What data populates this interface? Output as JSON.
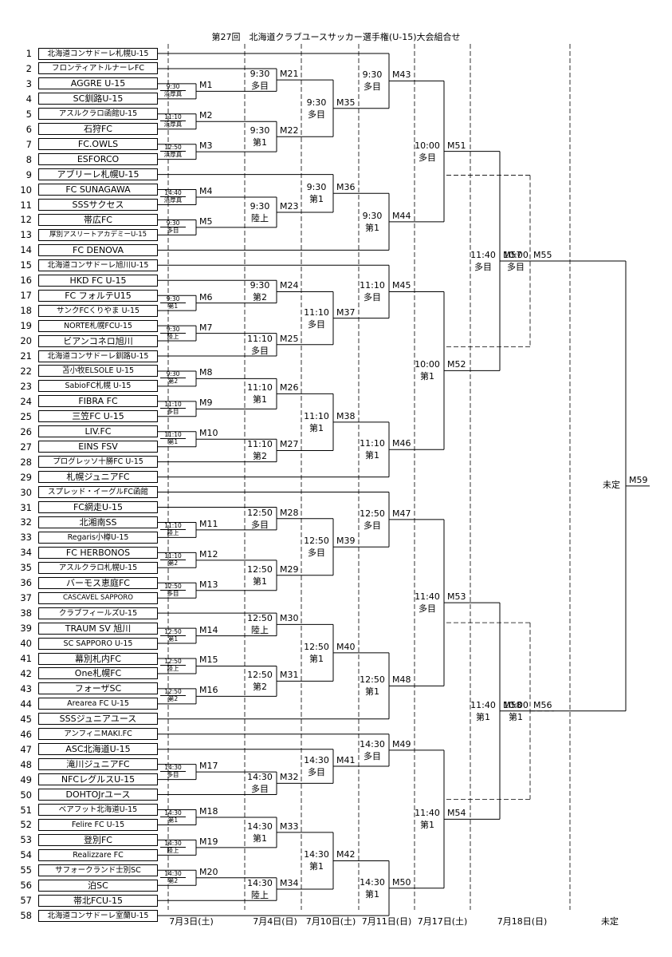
{
  "title": "第27回　北海道クラブユースサッカー選手権(U-15)大会組合せ",
  "teams": [
    {
      "no": "1",
      "name": "北海道コンサドーレ札幌U-15"
    },
    {
      "no": "2",
      "name": "フロンティアトルナーレFC"
    },
    {
      "no": "3",
      "name": "AGGRE U-15"
    },
    {
      "no": "4",
      "name": "SC釧路U-15"
    },
    {
      "no": "5",
      "name": "アスルクラロ函館U-15"
    },
    {
      "no": "6",
      "name": "石狩FC"
    },
    {
      "no": "7",
      "name": "FC.OWLS"
    },
    {
      "no": "8",
      "name": "ESFORCO"
    },
    {
      "no": "9",
      "name": "アブリーレ札幌U-15"
    },
    {
      "no": "10",
      "name": "FC SUNAGAWA"
    },
    {
      "no": "11",
      "name": "SSSサクセス"
    },
    {
      "no": "12",
      "name": "帯広FC"
    },
    {
      "no": "13",
      "name": "厚別アスリートアカデミーU-15"
    },
    {
      "no": "14",
      "name": "FC DENOVA"
    },
    {
      "no": "15",
      "name": "北海道コンサドーレ旭川U-15"
    },
    {
      "no": "16",
      "name": "HKD FC U-15"
    },
    {
      "no": "17",
      "name": "FC フォルテU15"
    },
    {
      "no": "18",
      "name": "サンクFCくりやま U-15"
    },
    {
      "no": "19",
      "name": "NORTE札幌FCU-15"
    },
    {
      "no": "20",
      "name": "ビアンコネロ旭川"
    },
    {
      "no": "21",
      "name": "北海道コンサドーレ釧路U-15"
    },
    {
      "no": "22",
      "name": "苫小牧ELSOLE U-15"
    },
    {
      "no": "23",
      "name": "SabioFC札幌 U-15"
    },
    {
      "no": "24",
      "name": "FIBRA FC"
    },
    {
      "no": "25",
      "name": "三笠FC U-15"
    },
    {
      "no": "26",
      "name": "LIV.FC"
    },
    {
      "no": "27",
      "name": "EINS FSV"
    },
    {
      "no": "28",
      "name": "プログレッソ十勝FC U-15"
    },
    {
      "no": "29",
      "name": "札幌ジュニアFC"
    },
    {
      "no": "30",
      "name": "スプレッド・イーグルFC函館"
    },
    {
      "no": "31",
      "name": "FC網走U-15"
    },
    {
      "no": "32",
      "name": "北湘南SS"
    },
    {
      "no": "33",
      "name": "Regaris小樽U-15"
    },
    {
      "no": "34",
      "name": "FC HERBONOS"
    },
    {
      "no": "35",
      "name": "アスルクラロ札幌U-15"
    },
    {
      "no": "36",
      "name": "バーモス恵庭FC"
    },
    {
      "no": "37",
      "name": "CASCAVEL SAPPORO"
    },
    {
      "no": "38",
      "name": "クラブフィールズU-15"
    },
    {
      "no": "39",
      "name": "TRAUM SV 旭川"
    },
    {
      "no": "40",
      "name": "SC SAPPORO U-15"
    },
    {
      "no": "41",
      "name": "幕別札内FC"
    },
    {
      "no": "42",
      "name": "One札幌FC"
    },
    {
      "no": "43",
      "name": "フォーザSC"
    },
    {
      "no": "44",
      "name": "Arearea FC U-15"
    },
    {
      "no": "45",
      "name": "SSSジュニアユース"
    },
    {
      "no": "46",
      "name": "アンフィニMAKI.FC"
    },
    {
      "no": "47",
      "name": "ASC北海道U-15"
    },
    {
      "no": "48",
      "name": "滝川ジュニアFC"
    },
    {
      "no": "49",
      "name": "NFCレグルスU-15"
    },
    {
      "no": "50",
      "name": "DOHTOJrユース"
    },
    {
      "no": "51",
      "name": "ベアフット北海道U-15"
    },
    {
      "no": "52",
      "name": "Felire FC U-15"
    },
    {
      "no": "53",
      "name": "登別FC"
    },
    {
      "no": "54",
      "name": "Realizzare FC"
    },
    {
      "no": "55",
      "name": "サフォークランド士別SC"
    },
    {
      "no": "56",
      "name": "泊SC"
    },
    {
      "no": "57",
      "name": "帯北FCU-15"
    },
    {
      "no": "58",
      "name": "北海道コンサドーレ室蘭U-15"
    }
  ],
  "round1": [
    {
      "m": "M1",
      "time": "9:30",
      "venue": "浜厚真"
    },
    {
      "m": "M2",
      "time": "11:10",
      "venue": "浜厚真"
    },
    {
      "m": "M3",
      "time": "12:50",
      "venue": "浜厚真"
    },
    {
      "m": "M4",
      "time": "14:40",
      "venue": "浜厚真"
    },
    {
      "m": "M5",
      "time": "9:30",
      "venue": "多目"
    },
    {
      "m": "M6",
      "time": "9:30",
      "venue": "第1"
    },
    {
      "m": "M7",
      "time": "9:30",
      "venue": "陸上"
    },
    {
      "m": "M8",
      "time": "9:30",
      "venue": "第2"
    },
    {
      "m": "M9",
      "time": "11:10",
      "venue": "多目"
    },
    {
      "m": "M10",
      "time": "11:10",
      "venue": "第1"
    },
    {
      "m": "M11",
      "time": "11:10",
      "venue": "陸上"
    },
    {
      "m": "M12",
      "time": "11:10",
      "venue": "第2"
    },
    {
      "m": "M13",
      "time": "12:50",
      "venue": "多目"
    },
    {
      "m": "M14",
      "time": "12:50",
      "venue": "第1"
    },
    {
      "m": "M15",
      "time": "12:50",
      "venue": "陸上"
    },
    {
      "m": "M16",
      "time": "12:50",
      "venue": "第2"
    },
    {
      "m": "M17",
      "time": "14:30",
      "venue": "多目"
    },
    {
      "m": "M18",
      "time": "14:30",
      "venue": "第1"
    },
    {
      "m": "M19",
      "time": "14:30",
      "venue": "陸上"
    },
    {
      "m": "M20",
      "time": "14:30",
      "venue": "第2"
    }
  ],
  "round2": [
    {
      "m": "M21",
      "time": "9:30",
      "venue": "多目"
    },
    {
      "m": "M22",
      "time": "9:30",
      "venue": "第1"
    },
    {
      "m": "M23",
      "time": "9:30",
      "venue": "陸上"
    },
    {
      "m": "M24",
      "time": "9:30",
      "venue": "第2"
    },
    {
      "m": "M25",
      "time": "11:10",
      "venue": "多目"
    },
    {
      "m": "M26",
      "time": "11:10",
      "venue": "第1"
    },
    {
      "m": "M27",
      "time": "11:10",
      "venue": "第2"
    },
    {
      "m": "M28",
      "time": "12:50",
      "venue": "多目"
    },
    {
      "m": "M29",
      "time": "12:50",
      "venue": "第1"
    },
    {
      "m": "M30",
      "time": "12:50",
      "venue": "陸上"
    },
    {
      "m": "M31",
      "time": "12:50",
      "venue": "第2"
    },
    {
      "m": "M32",
      "time": "14:30",
      "venue": "多目"
    },
    {
      "m": "M33",
      "time": "14:30",
      "venue": "第1"
    },
    {
      "m": "M34",
      "time": "14:30",
      "venue": "陸上"
    }
  ],
  "round3": [
    {
      "m": "M35",
      "time": "9:30",
      "venue": "多目"
    },
    {
      "m": "M36",
      "time": "9:30",
      "venue": "第1"
    },
    {
      "m": "M37",
      "time": "11:10",
      "venue": "多目"
    },
    {
      "m": "M38",
      "time": "11:10",
      "venue": "第1"
    },
    {
      "m": "M39",
      "time": "12:50",
      "venue": "多目"
    },
    {
      "m": "M40",
      "time": "12:50",
      "venue": "第1"
    },
    {
      "m": "M41",
      "time": "14:30",
      "venue": "多目"
    },
    {
      "m": "M42",
      "time": "14:30",
      "venue": "第1"
    }
  ],
  "round4": [
    {
      "m": "M43",
      "time": "9:30",
      "venue": "多目"
    },
    {
      "m": "M44",
      "time": "9:30",
      "venue": "第1"
    },
    {
      "m": "M45",
      "time": "11:10",
      "venue": "多目"
    },
    {
      "m": "M46",
      "time": "11:10",
      "venue": "第1"
    },
    {
      "m": "M47",
      "time": "12:50",
      "venue": "多目"
    },
    {
      "m": "M48",
      "time": "12:50",
      "venue": "第1"
    },
    {
      "m": "M49",
      "time": "14:30",
      "venue": "多目"
    },
    {
      "m": "M50",
      "time": "14:30",
      "venue": "第1"
    }
  ],
  "round5": [
    {
      "m": "M51",
      "time": "10:00",
      "venue": "多目"
    },
    {
      "m": "M52",
      "time": "10:00",
      "venue": "第1"
    },
    {
      "m": "M53",
      "time": "11:40",
      "venue": "多目"
    },
    {
      "m": "M54",
      "time": "11:40",
      "venue": "第1"
    }
  ],
  "round6": [
    {
      "m": "M57",
      "time": "11:40",
      "venue": "多目"
    },
    {
      "m": "M58",
      "time": "11:40",
      "venue": "第1"
    }
  ],
  "placement": [
    {
      "m": "M55",
      "time": "10:00",
      "venue": "多目"
    },
    {
      "m": "M56",
      "time": "10:00",
      "venue": "第1"
    }
  ],
  "final": {
    "m": "M59",
    "time": "未定"
  },
  "days": [
    "7月3日(土)",
    "7月4日(日)",
    "7月10日(土)",
    "7月11日(日)",
    "7月17日(土)",
    "7月18日(日)",
    "未定"
  ]
}
